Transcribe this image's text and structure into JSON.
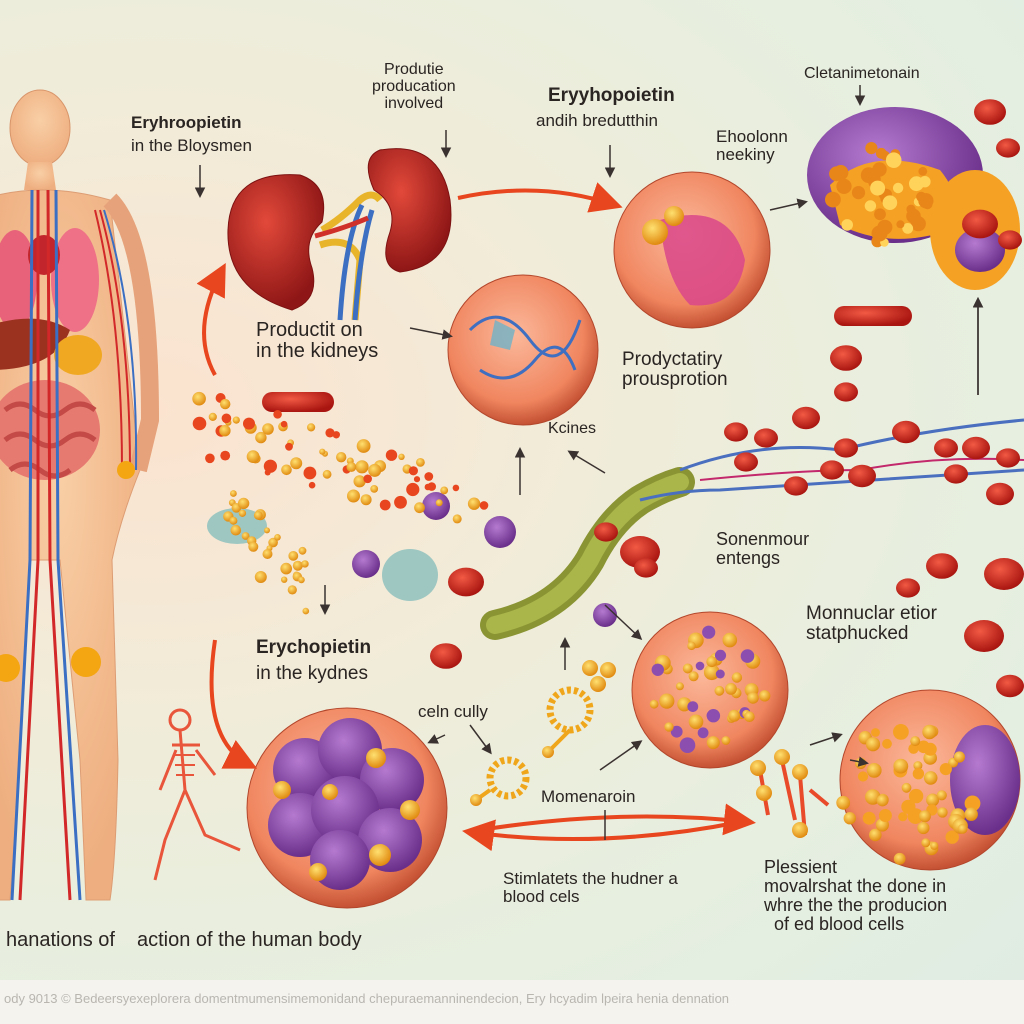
{
  "labels": {
    "body_title": "Eryhroopietin",
    "body_sub": "in the Bloysmen",
    "top_center": "Produtie\nproducation\ninvolved",
    "top_mid_title": "Eryyhopoietin",
    "top_mid_sub": "andih bredutthin",
    "top_right": "Cletanimetonain",
    "ehoolonn": "Ehoolonn\nneekiny",
    "kidney_prod": "Productit on\nin the kidneys",
    "prod_prop": "Prodyctatiry\nprousprotion",
    "kcines": "Kcines",
    "sonenmour": "Sonenmour\nentengs",
    "erych_title": "Erychopietin",
    "erych_sub": "in the kydnes",
    "monuclar": "Monnuclar etior\nstatphucked",
    "celn": "celn cully",
    "momenaroin": "Momenaroin",
    "stimulates": "Stimlatets the hudner a\nblood cels",
    "plessient": "Plessient\nmovalrshat the done in\nwhre the the producion\n  of ed blood cells",
    "bottom_left": "hanations of",
    "bottom_mid": "action of the human body"
  },
  "footer": "ody 9013 © Bedeersyexeplorera domentmumensimemonidand chepuraemanninendecion, Ery hcyadim lpeira henia dennation",
  "colors": {
    "rbc": "#d8281c",
    "arrow": "#e8461e",
    "kidney": "#b9201c",
    "purple_cell": "#8c4fb0",
    "yellow": "#f3b31c"
  }
}
